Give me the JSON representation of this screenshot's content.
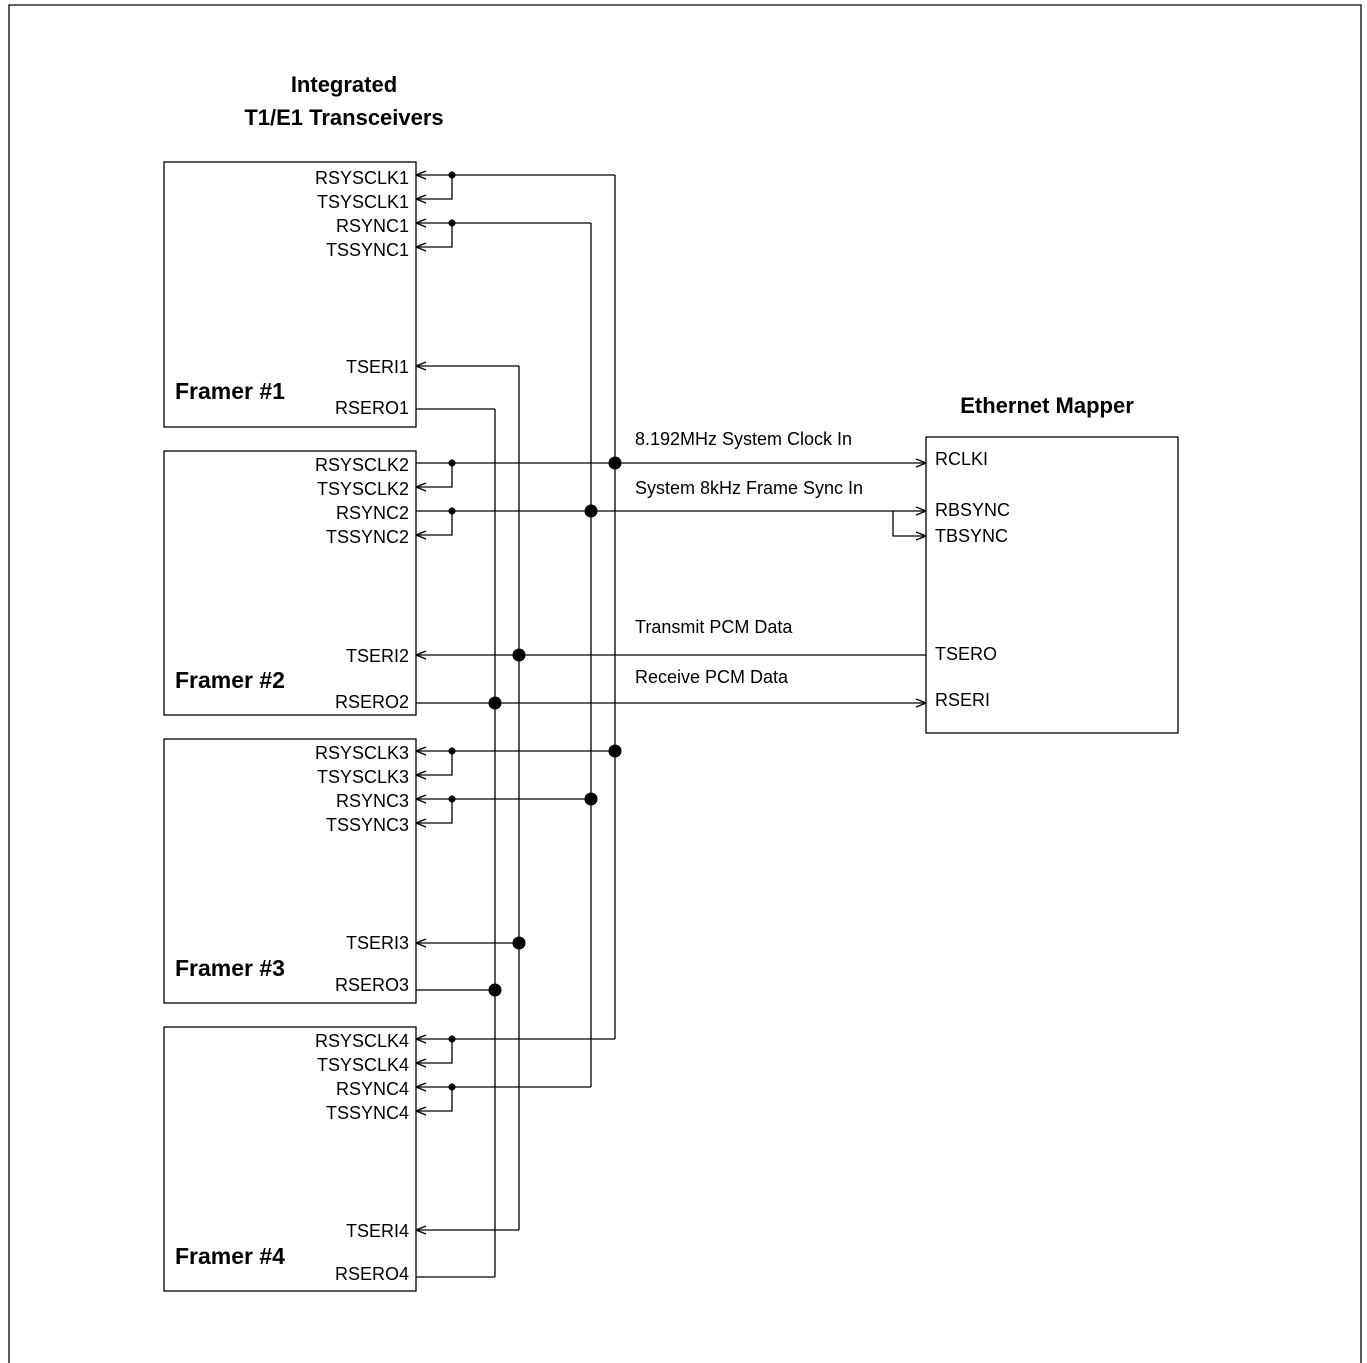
{
  "diagram": {
    "transceivers_title": [
      "Integrated",
      "T1/E1 Transceivers"
    ],
    "mapper_title": "Ethernet Mapper",
    "framers": [
      {
        "name": "Framer #1",
        "pins": [
          "RSYSCLK1",
          "TSYSCLK1",
          "RSYNC1",
          "TSSYNC1",
          "TSERI1",
          "RSERO1"
        ]
      },
      {
        "name": "Framer #2",
        "pins": [
          "RSYSCLK2",
          "TSYSCLK2",
          "RSYNC2",
          "TSSYNC2",
          "TSERI2",
          "RSERO2"
        ]
      },
      {
        "name": "Framer #3",
        "pins": [
          "RSYSCLK3",
          "TSYSCLK3",
          "RSYNC3",
          "TSSYNC3",
          "TSERI3",
          "RSERO3"
        ]
      },
      {
        "name": "Framer #4",
        "pins": [
          "RSYSCLK4",
          "TSYSCLK4",
          "RSYNC4",
          "TSSYNC4",
          "TSERI4",
          "RSERO4"
        ]
      }
    ],
    "mapper_pins": [
      "RCLKI",
      "RBSYNC",
      "TBSYNC",
      "TSERO",
      "RSERI"
    ],
    "signals": {
      "clock": "8.192MHz System Clock In",
      "sync": "System 8kHz Frame Sync In",
      "tx": "Transmit PCM Data",
      "rx": "Receive PCM Data"
    }
  }
}
